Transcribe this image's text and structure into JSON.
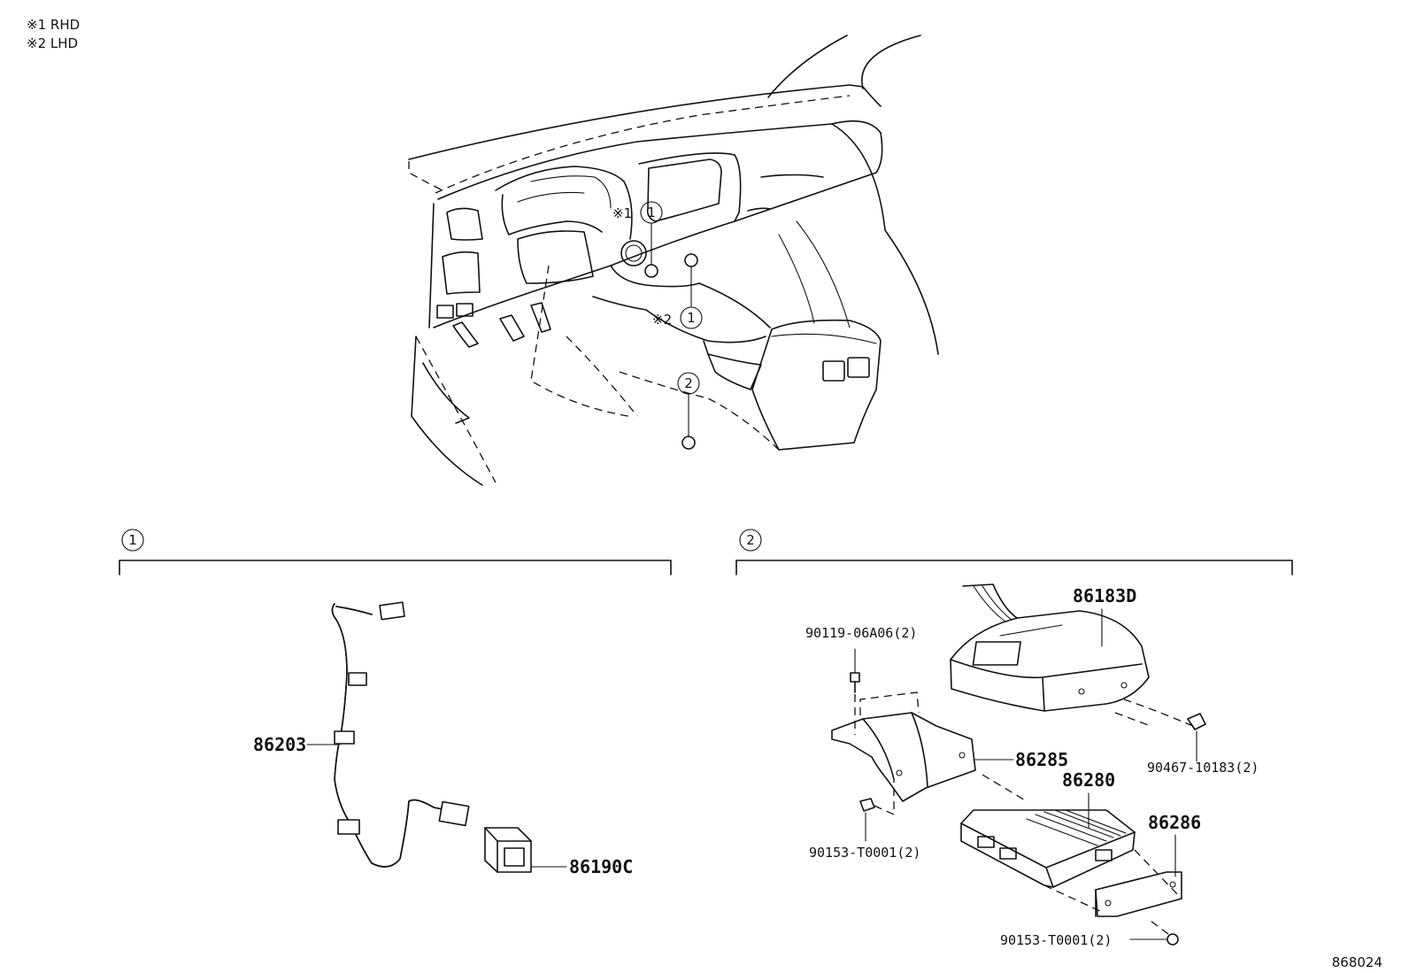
{
  "notes": [
    {
      "mark": "※1",
      "text": "RHD"
    },
    {
      "mark": "※2",
      "text": "LHD"
    }
  ],
  "callouts": {
    "rhd_mark": "※1",
    "lhd_mark": "※2",
    "one": "1",
    "two": "2"
  },
  "sections": [
    {
      "number": "1"
    },
    {
      "number": "2"
    }
  ],
  "parts": {
    "p86203": "86203",
    "p86190C": "86190C",
    "p86183D": "86183D",
    "p86285": "86285",
    "p86280": "86280",
    "p86286": "86286",
    "p90119": "90119-06A06(2)",
    "p90467": "90467-10183(2)",
    "p90153a": "90153-T0001(2)",
    "p90153b": "90153-T0001(2)"
  },
  "diagram_id": "868024"
}
